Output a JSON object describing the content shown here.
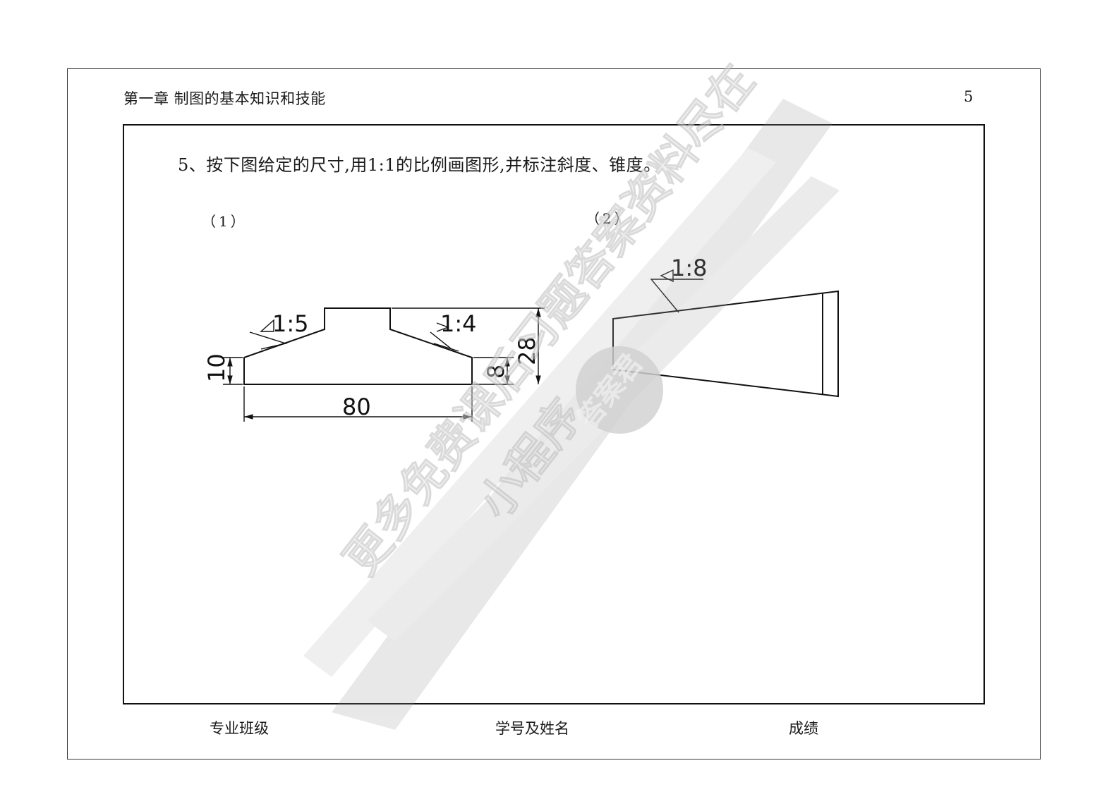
{
  "header": {
    "chapter_title": "第一章  制图的基本知识和技能",
    "page_number": "5"
  },
  "question": {
    "text": "5、按下图给定的尺寸,用1:1的比例画图形,并标注斜度、锥度。",
    "part1_label": "（1）",
    "part2_label": "（2）"
  },
  "figure1": {
    "slope_left": "1:5",
    "slope_right": "1:4",
    "dim_height_left": "10",
    "dim_height_right_inner": "8",
    "dim_height_total": "28",
    "dim_width": "80"
  },
  "figure2": {
    "taper": "1:8"
  },
  "footer": {
    "major_class": "专业班级",
    "student_id_name": "学号及姓名",
    "grade": "成绩"
  },
  "watermark": {
    "line1": "更多免费课后习题答案资料尽在",
    "line2": "小程序",
    "seal_text": "答案君"
  }
}
